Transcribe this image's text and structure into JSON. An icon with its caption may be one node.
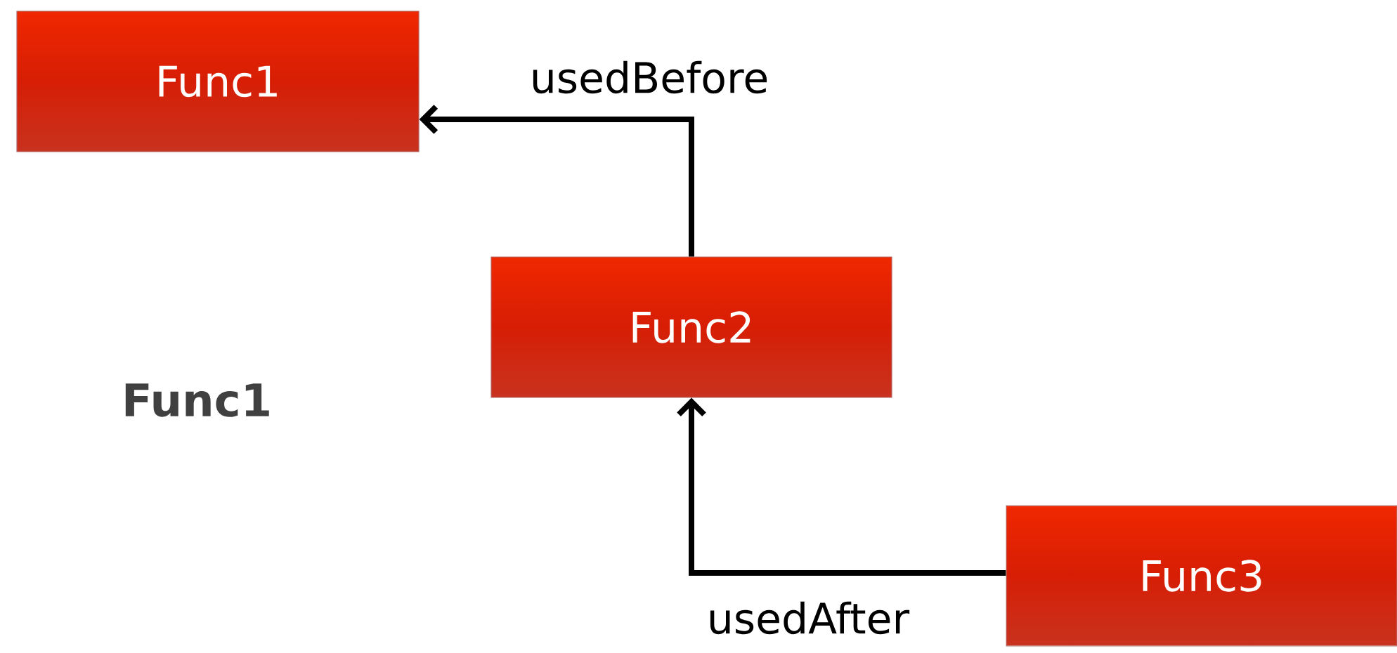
{
  "diagram": {
    "nodes": [
      {
        "text": [
          "Func1"
        ]
      },
      {
        "text": [
          "Func2"
        ]
      },
      {
        "text": [
          "Func3"
        ]
      }
    ],
    "edges": [
      {
        "from": 1,
        "to": 0,
        "arrow": "to",
        "label": "usedBefore"
      },
      {
        "from": 2,
        "to": 1,
        "arrow": "to",
        "label": "usedAfter"
      }
    ],
    "labels": [
      "Func1"
    ]
  }
}
